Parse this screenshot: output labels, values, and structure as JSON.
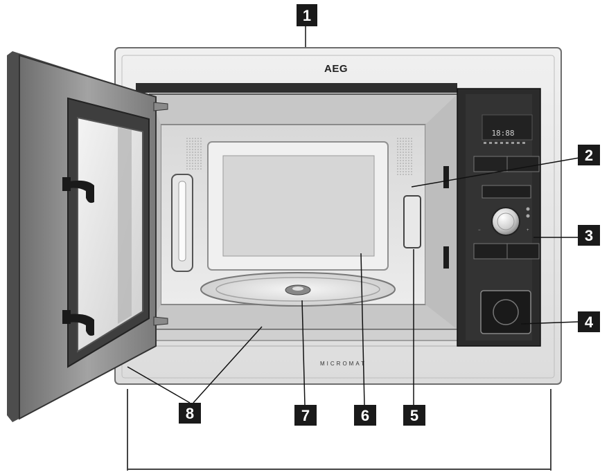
{
  "brand": "AEG",
  "model_text": "MICROMAT",
  "display_digits": "18:88",
  "callouts": [
    {
      "id": "1",
      "label": "1"
    },
    {
      "id": "2",
      "label": "2"
    },
    {
      "id": "3",
      "label": "3"
    },
    {
      "id": "4",
      "label": "4"
    },
    {
      "id": "5",
      "label": "5"
    },
    {
      "id": "6",
      "label": "6"
    },
    {
      "id": "7",
      "label": "7"
    },
    {
      "id": "8",
      "label": "8"
    }
  ],
  "colors": {
    "callout_bg": "#1a1a1a",
    "frame": "#e9e9e9",
    "control_panel": "#2b2b2b",
    "cavity": "#e2e2e2",
    "door": "#8a8a8a"
  }
}
